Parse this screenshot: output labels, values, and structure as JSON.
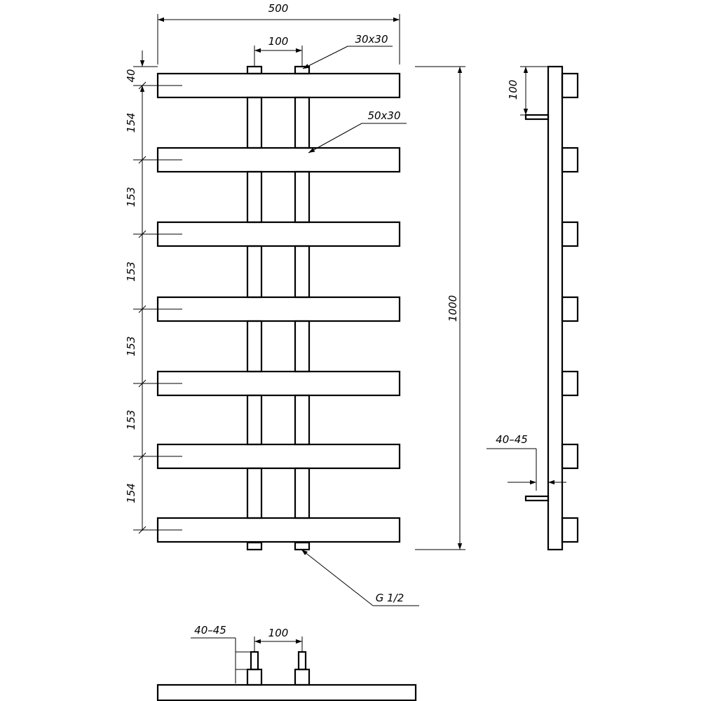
{
  "front_view": {
    "width_dim": "500",
    "pipe_spacing_dim": "100",
    "inlet_size_label": "30x30",
    "bar_size_label": "50x30",
    "height_dim": "1000",
    "top_offset_dim": "40",
    "bar_spacings": [
      "154",
      "153",
      "153",
      "153",
      "153",
      "154"
    ],
    "thread_label": "G 1/2"
  },
  "side_view": {
    "top_dim": "100",
    "wall_dim": "40–45"
  },
  "bottom_view": {
    "wall_dim": "40–45",
    "pipe_spacing_dim": "100"
  },
  "colors": {
    "line": "#000000",
    "background": "#ffffff"
  }
}
